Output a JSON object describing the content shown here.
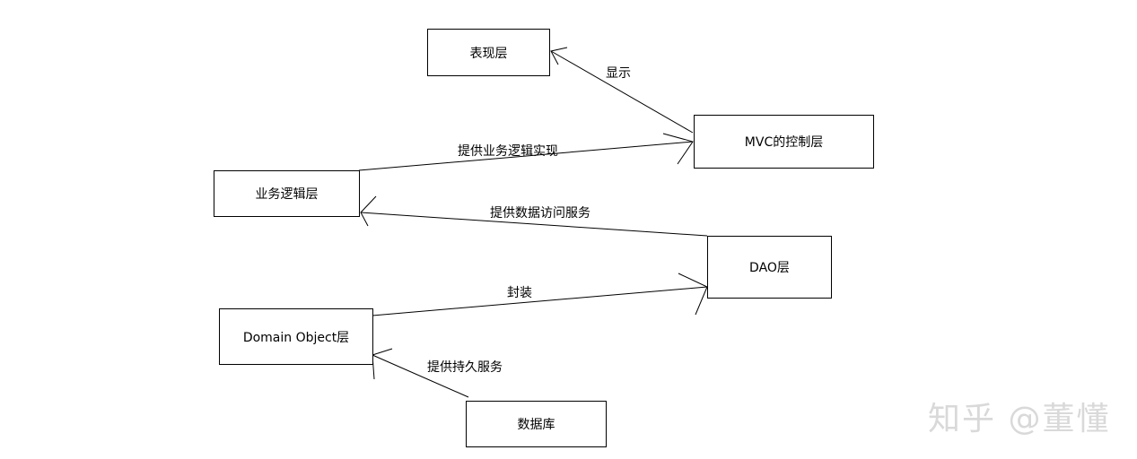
{
  "nodes": {
    "presentation": "表现层",
    "mvc_controller": "MVC的控制层",
    "business_logic": "业务逻辑层",
    "dao": "DAO层",
    "domain_object": "Domain Object层",
    "database": "数据库"
  },
  "edges": {
    "display": "显示",
    "provide_business_logic": "提供业务逻辑实现",
    "provide_data_access": "提供数据访问服务",
    "encapsulate": "封装",
    "provide_persistence": "提供持久服务"
  },
  "watermark": "知乎 @董懂"
}
